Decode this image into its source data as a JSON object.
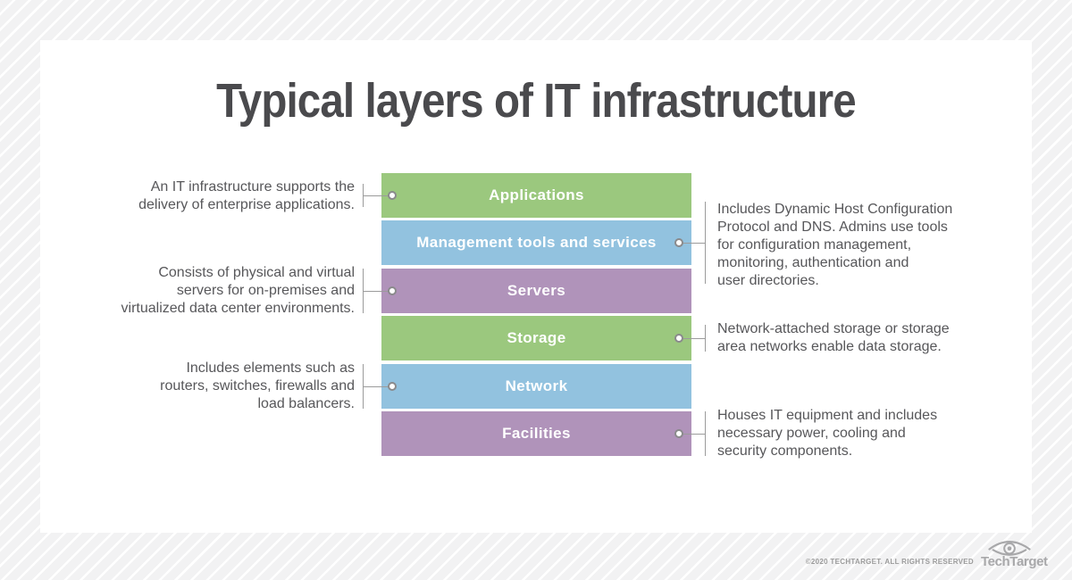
{
  "title": "Typical layers of IT infrastructure",
  "palette": {
    "green": "#9bc87e",
    "blue": "#92c2df",
    "purple": "#b093ba",
    "connector_gray": "#9b9b9b",
    "title_gray": "#4a4a4d",
    "note_gray": "#57575a"
  },
  "layers": [
    {
      "label": "Applications",
      "color": "#9bc87e",
      "side": "left",
      "note": "An IT infrastructure supports the\ndelivery of enterprise applications."
    },
    {
      "label": "Management tools and services",
      "color": "#92c2df",
      "side": "right",
      "note": "Includes Dynamic Host Configuration\nProtocol and DNS. Admins use tools\nfor configuration management,\nmonitoring, authentication and\nuser directories."
    },
    {
      "label": "Servers",
      "color": "#b093ba",
      "side": "left",
      "note": "Consists of physical and virtual\nservers for on-premises and\nvirtualized data center environments."
    },
    {
      "label": "Storage",
      "color": "#9bc87e",
      "side": "right",
      "note": "Network-attached storage or storage\narea networks enable data storage."
    },
    {
      "label": "Network",
      "color": "#92c2df",
      "side": "left",
      "note": "Includes elements such as\nrouters, switches, firewalls and\nload balancers."
    },
    {
      "label": "Facilities",
      "color": "#b093ba",
      "side": "right",
      "note": "Houses IT equipment and includes\nnecessary power, cooling and\nsecurity components."
    }
  ],
  "footer": {
    "copyright": "©2020 TECHTARGET. ALL RIGHTS RESERVED",
    "brand": "TechTarget"
  }
}
